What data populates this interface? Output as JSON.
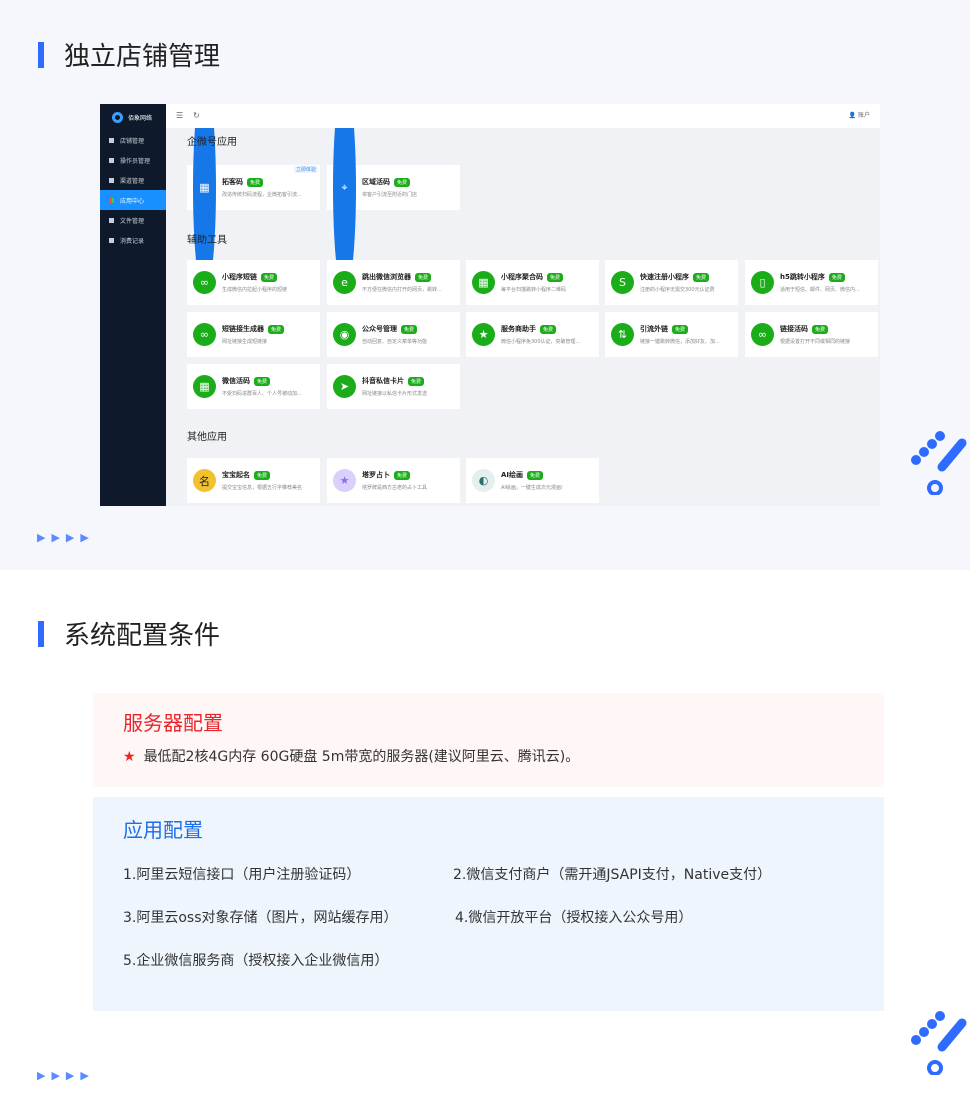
{
  "section1": {
    "title": "独立店铺管理"
  },
  "app": {
    "logo": "佰象网络",
    "nav": [
      "店铺管理",
      "操作员管理",
      "渠道管理",
      "应用中心",
      "文件管理",
      "消费记录"
    ],
    "active_nav": 3,
    "header": {
      "menu_icon": "☰",
      "refresh_icon": "↻",
      "user": "账户"
    },
    "badge": "免费",
    "groups": [
      {
        "title": "企微号应用",
        "cards": [
          {
            "name": "拓客码",
            "desc": "改造传统扫码流程，企微拓客引流...",
            "icon": "▦",
            "corner": "立即体验"
          },
          {
            "name": "区域活码",
            "desc": "将客户引流至附近的门店",
            "icon": "⌖"
          }
        ]
      },
      {
        "title": "辅助工具",
        "cards": [
          {
            "name": "小程序短链",
            "desc": "生成微信内拉起小程序的短链",
            "icon": "∞"
          },
          {
            "name": "跳出微信浏览器",
            "desc": "不方便在微信内打开的网页，跳转...",
            "icon": "e"
          },
          {
            "name": "小程序聚合码",
            "desc": "每平台扫描跳转小程序二维码",
            "icon": "▦"
          },
          {
            "name": "快速注册小程序",
            "desc": "注册的小程序无需交300元认证费",
            "icon": "S"
          },
          {
            "name": "h5跳转小程序",
            "desc": "适用于短信、邮件、网页、微信内...",
            "icon": "▯"
          },
          {
            "name": "短链接生成器",
            "desc": "网址链接生成短链接",
            "icon": "∞"
          },
          {
            "name": "公众号管理",
            "desc": "自动回复、自定义菜单等功能",
            "icon": "◉"
          },
          {
            "name": "服务商助手",
            "desc": "微信小程序免300认证，突破管理...",
            "icon": "★"
          },
          {
            "name": "引流外链",
            "desc": "链接一键跳转微信，添加好友、加...",
            "icon": "⇅"
          },
          {
            "name": "链接活码",
            "desc": "根据设置打开不同或相同的链接",
            "icon": "∞"
          },
          {
            "name": "微信活码",
            "desc": "不受扫码进群百人、个人号被动加...",
            "icon": "▦"
          },
          {
            "name": "抖音私信卡片",
            "desc": "网址链接以私信卡片形式发送",
            "icon": "➤"
          }
        ]
      },
      {
        "title": "其他应用",
        "cards": [
          {
            "name": "宝宝起名",
            "desc": "提交宝宝信息，根据五行字推荐美名",
            "icon": "名"
          },
          {
            "name": "塔罗占卜",
            "desc": "塔罗牌是西方古老的占卜工具",
            "icon": "★"
          },
          {
            "name": "AI绘画",
            "desc": "AI绘画，一键生成次元漫画!",
            "icon": "◐"
          }
        ]
      }
    ]
  },
  "section2": {
    "title": "系统配置条件"
  },
  "server": {
    "title": "服务器配置",
    "text": "最低配2核4G内存 60G硬盘 5m带宽的服务器(建议阿里云、腾讯云)。"
  },
  "appcfg": {
    "title": "应用配置",
    "items": [
      "1.阿里云短信接口（用户注册验证码）",
      "2.微信支付商户（需开通JSAPI支付，Native支付）",
      "3.阿里云oss对象存储（图片，网站缓存用）",
      "4.微信开放平台（授权接入公众号用）",
      "5.企业微信服务商（授权接入企业微信用）"
    ]
  },
  "decor": {
    "arrows": "▶▶▶▶"
  },
  "colors": {
    "accent": "#2f6bff",
    "green": "#1aad19",
    "red": "#e8262b",
    "sidebar": "#0e1a2c"
  }
}
